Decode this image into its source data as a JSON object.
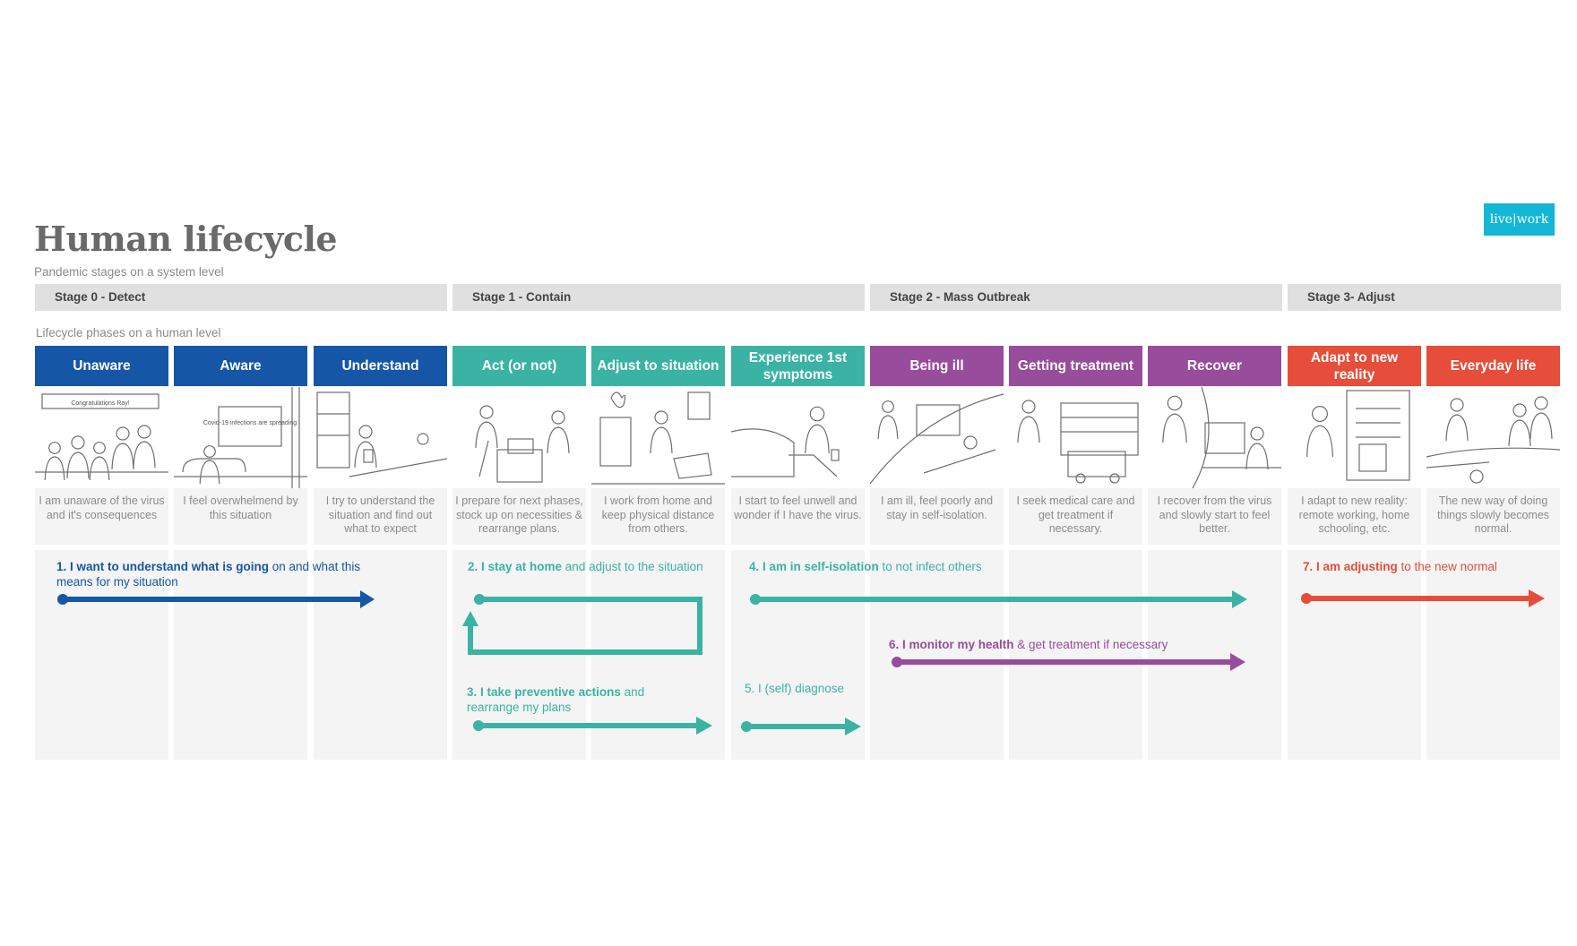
{
  "title": "Human lifecycle",
  "subtitle": "Pandemic stages on a system level",
  "phases_label": "Lifecycle phases on a human level",
  "logo": "live|work",
  "colors": {
    "blue": "#1656a6",
    "teal": "#3ab3a4",
    "purple": "#984c9c",
    "red": "#e64d3a"
  },
  "stages": [
    {
      "label": "Stage 0 - Detect"
    },
    {
      "label": "Stage 1 - Contain"
    },
    {
      "label": "Stage 2 - Mass Outbreak"
    },
    {
      "label": "Stage 3- Adjust"
    }
  ],
  "phases": [
    {
      "label": "Unaware",
      "color": "blue",
      "desc": "I am unaware of the virus and it's consequences",
      "illustration": "people-celebrating-icon",
      "caption": "Congratulations Ray!"
    },
    {
      "label": "Aware",
      "color": "blue",
      "desc": "I feel overwhelmend by this situation",
      "illustration": "watching-tv-news-icon",
      "caption": "Covid-19 infections are spreading"
    },
    {
      "label": "Understand",
      "color": "blue",
      "desc": "I try to understand the situation and find out what to expect",
      "illustration": "reading-phone-icon"
    },
    {
      "label": "Act (or not)",
      "color": "teal",
      "desc": "I prepare for next phases, stock up on necessities & rearrange plans.",
      "illustration": "shopping-icon"
    },
    {
      "label": "Adjust to situation",
      "color": "teal",
      "desc": "I work from home and keep physical distance from others.",
      "illustration": "working-from-home-icon"
    },
    {
      "label": "Experience 1st symptoms",
      "color": "teal",
      "desc": "I start to feel unwell and wonder if I have the virus.",
      "illustration": "feeling-unwell-icon"
    },
    {
      "label": "Being ill",
      "color": "purple",
      "desc": "I am ill, feel poorly and stay in self-isolation.",
      "illustration": "lying-in-bed-icon"
    },
    {
      "label": "Getting treatment",
      "color": "purple",
      "desc": "I seek medical care and get treatment if necessary.",
      "illustration": "hospital-ambulance-icon"
    },
    {
      "label": "Recover",
      "color": "purple",
      "desc": "I recover from the virus and slowly start to feel better.",
      "illustration": "doctor-consultation-icon"
    },
    {
      "label": "Adapt to new reality",
      "color": "red",
      "desc": "I adapt to new reality: remote working, home schooling, etc.",
      "illustration": "schedule-board-icon"
    },
    {
      "label": "Everyday life",
      "color": "red",
      "desc": "The new way of doing things slowly becomes normal.",
      "illustration": "family-walking-icon"
    }
  ],
  "goals": [
    {
      "id": "g1",
      "bold": "1. I want to understand what is going",
      "rest": " on and what this means for my situation",
      "color": "blue"
    },
    {
      "id": "g2",
      "bold": "2. I stay at home",
      "rest": " and adjust to the situation",
      "color": "teal"
    },
    {
      "id": "g3",
      "bold": "3. I take preventive actions",
      "rest": " and rearrange my plans",
      "color": "teal"
    },
    {
      "id": "g4",
      "bold": "4. I am in self-isolation",
      "rest": " to not infect others",
      "color": "teal"
    },
    {
      "id": "g5",
      "bold": "",
      "rest": "5. I (self) diagnose",
      "color": "teal"
    },
    {
      "id": "g6",
      "bold": "6. I monitor my health",
      "rest": " & get treatment if necessary",
      "color": "purple"
    },
    {
      "id": "g7",
      "bold": "7. I am adjusting",
      "rest": " to the new normal",
      "color": "red"
    }
  ]
}
